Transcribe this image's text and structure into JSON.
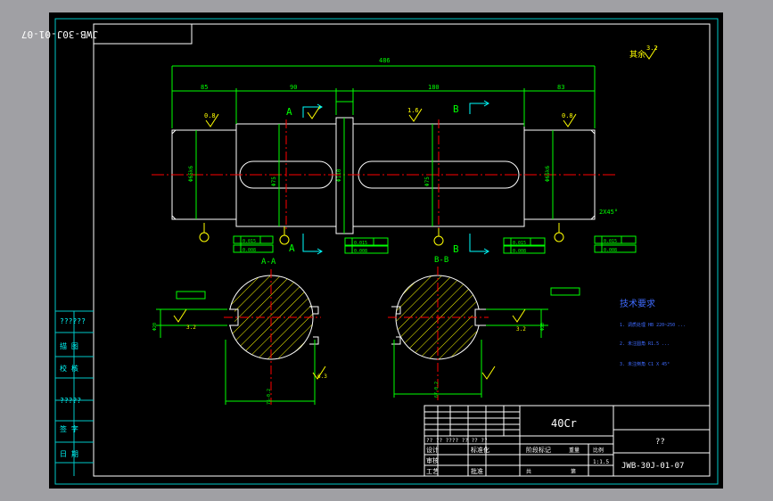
{
  "drawing": {
    "part_code_top": "JWB-30J-01-07",
    "roughness_general": "其余",
    "roughness_value": "3.2",
    "section_a_label": "A",
    "section_b_label": "B",
    "section_aa_title": "A-A",
    "section_bb_title": "B-B",
    "dim_overall": "486",
    "dim_left_seg": "85",
    "dim_mid_seg": "90",
    "dim_right_main": "180",
    "dim_right_seg": "83",
    "chamfer_right": "2X45°",
    "tol_a": "0.8",
    "tol_b": "1.6",
    "tol_c": "0.8",
    "fcf_values": [
      "0.015",
      "0.008"
    ],
    "tech_title": "技术要求",
    "tech_items": [
      "1. 调质处理 HB 220~250 ...",
      "2. 未注圆角 R1.5 ...",
      "3. 未注倒角 C1 X 45°"
    ]
  },
  "title_block": {
    "material": "40Cr",
    "qty_mark": "??",
    "drawing_number": "JWB-30J-01-07",
    "scale": "1:1.5",
    "left_col_labels": [
      "??????",
      "描 图",
      "校 核",
      "?????",
      "签 字",
      "日 期"
    ],
    "row_labels": [
      "设计",
      "审核",
      "工艺",
      "标准化",
      "批准"
    ],
    "sig_header": "?? ?? ???? ?? ?? ??",
    "stage_label": "阶段标记",
    "weight_label": "重量",
    "ratio_label": "比例",
    "sheet_label": "共",
    "sheet_label2": "第"
  },
  "colors": {
    "line": "#ffffff",
    "dim": "#00ff00",
    "center": "#ff0000",
    "hatch": "#ffff00",
    "frame": "#00c8c8",
    "text_cyan": "#00ffff",
    "tech": "#3f6bff"
  }
}
